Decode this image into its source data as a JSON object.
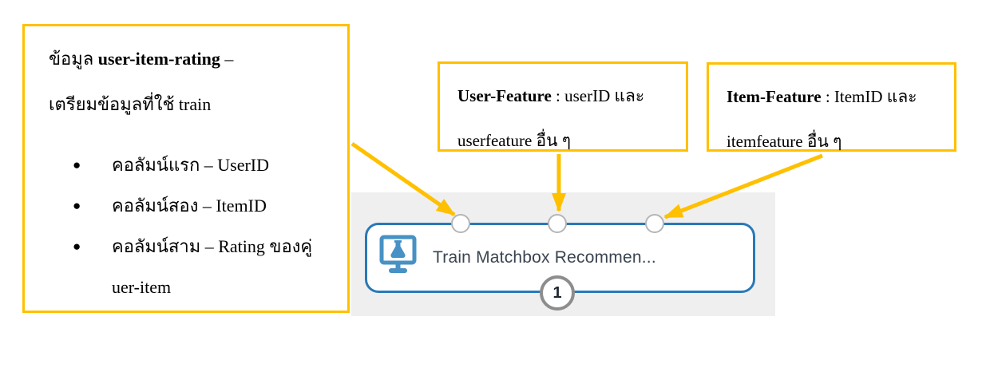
{
  "colors": {
    "accent_gold": "#FFC000",
    "node_border_blue": "#2979B8",
    "icon_blue": "#4791C4",
    "canvas_gray": "#F0EFF0",
    "port_border_gray": "#B5B5B5",
    "output_port_border_gray": "#8D8D8D",
    "node_text": "#3A4450"
  },
  "callouts": {
    "user_item_rating": {
      "title_prefix": "ข้อมูล ",
      "title_bold": "user-item-rating",
      "title_suffix": " –",
      "subtitle": "เตรียมข้อมูลที่ใช้  train",
      "bullets": [
        "คอลัมน์แรก – UserID",
        "คอลัมน์สอง – ItemID",
        "คอลัมน์สาม – Rating ของคู่\nuer-item"
      ]
    },
    "user_feature": {
      "bold": "User-Feature",
      "rest": " : userID และ",
      "line2": "userfeature อื่น ๆ"
    },
    "item_feature": {
      "bold": "Item-Feature",
      "rest": " : ItemID และ",
      "line2": "itemfeature อื่น ๆ"
    }
  },
  "module": {
    "label": "Train Matchbox Recommen...",
    "output_port_label": "1",
    "icon": "flask-monitor-icon",
    "input_ports": [
      "training-data-port",
      "user-features-port",
      "item-features-port"
    ]
  }
}
